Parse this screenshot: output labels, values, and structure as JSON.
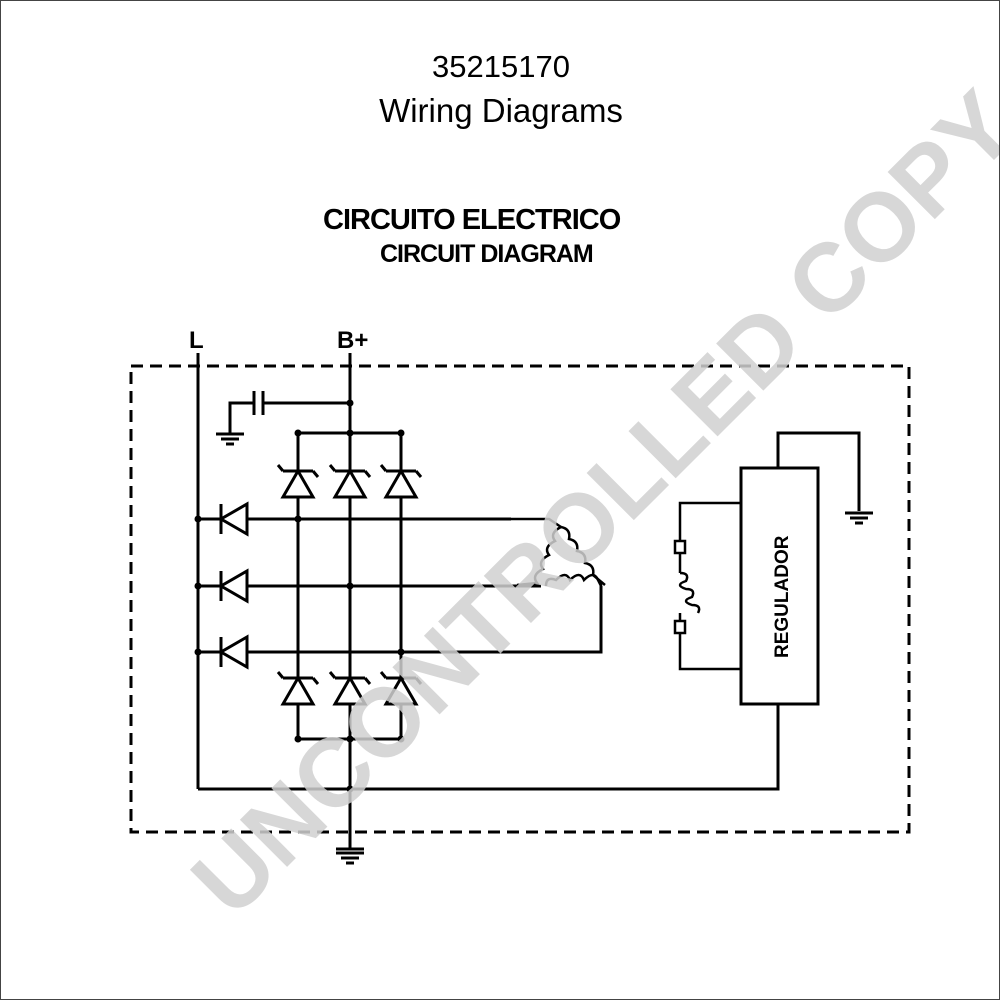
{
  "header": {
    "part_number": "35215170",
    "title": "Wiring Diagrams"
  },
  "diagram": {
    "heading_es": "CIRCUITO ELECTRICO",
    "heading_en": "CIRCUIT DIAGRAM",
    "terminal_l": "L",
    "terminal_b_plus": "B+",
    "regulator_label": "REGULADOR"
  },
  "watermark": {
    "text": "UNCONTROLLED COPY",
    "color": "#d0d0d0"
  }
}
